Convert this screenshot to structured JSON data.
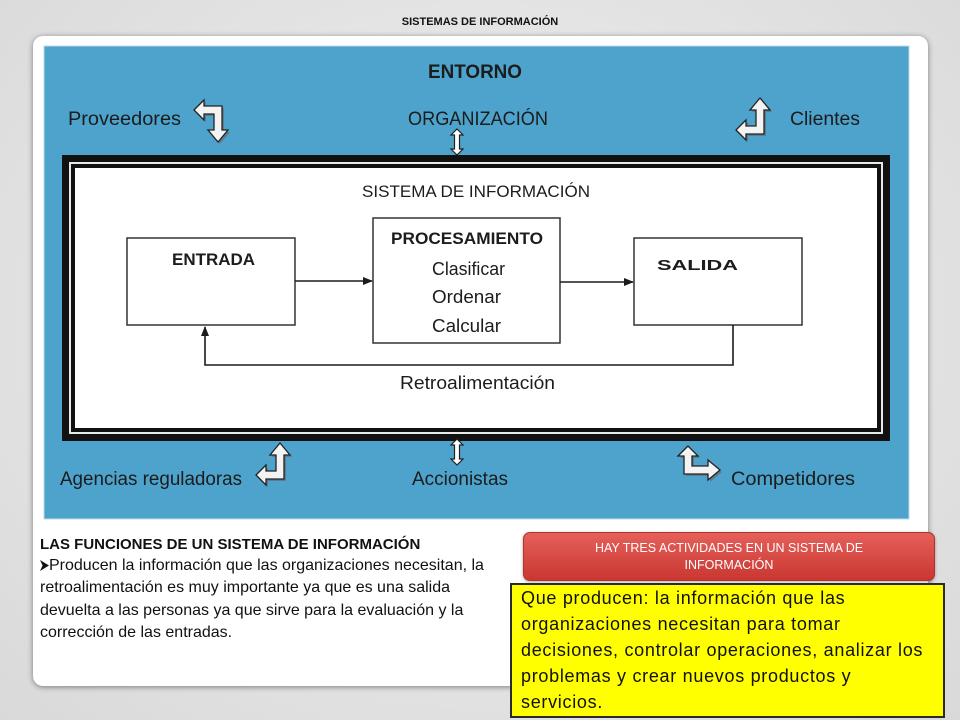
{
  "slide": {
    "title": "SISTEMAS DE INFORMACIÓN"
  },
  "diagram": {
    "environment": "ENTORNO",
    "stakeholders": {
      "suppliers": "Proveedores",
      "organization": "ORGANIZACIÓN",
      "customers": "Clientes",
      "regulators": "Agencias reguladoras",
      "shareholders": "Accionistas",
      "competitors": "Competidores"
    },
    "system": {
      "title": "SISTEMA DE INFORMACIÓN",
      "input": "ENTRADA",
      "processing": {
        "title": "PROCESAMIENTO",
        "steps": [
          "Clasificar",
          "Ordenar",
          "Calcular"
        ]
      },
      "output": "SALIDA",
      "feedback": "Retroalimentación"
    }
  },
  "functions": {
    "heading": "LAS FUNCIONES DE UN SISTEMA DE INFORMACIÓN",
    "bullet_text": "Producen la información que las organizaciones necesitan, la retroalimentación es muy importante ya que es una salida devuelta a las personas ya que sirve para la evaluación y la corrección de las entradas."
  },
  "activities": {
    "banner": "HAY TRES ACTIVIDADES EN UN SISTEMA DE INFORMACIÓN",
    "description": "Que producen: la información que las organizaciones necesitan para tomar decisiones, controlar operaciones, analizar los problemas y crear nuevos productos y servicios."
  },
  "icons": {
    "bullet": "arrowhead-bullet-icon",
    "bent_two_way": "bent-double-arrow-icon",
    "vertical_two_way": "vertical-double-arrow-icon"
  },
  "colors": {
    "background": "#d9d9d9",
    "diagram_bg": "#4da3cc",
    "banner_red": "#e03d36",
    "banner_text": "#ffffff",
    "callout_yellow": "#ffff00"
  }
}
